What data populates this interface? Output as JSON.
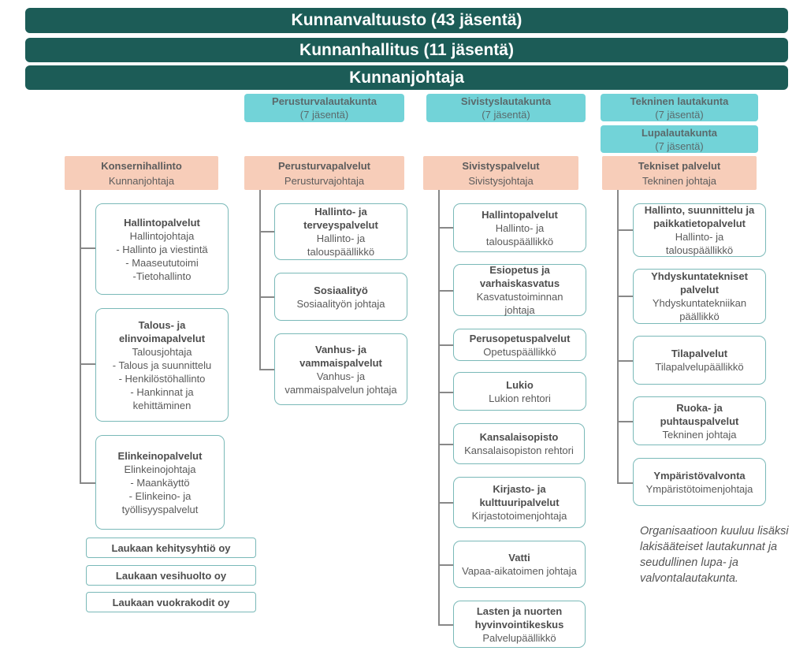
{
  "bands": {
    "council": "Kunnanvaltuusto (43 jäsentä)",
    "board": "Kunnanhallitus (11 jäsentä)",
    "manager": "Kunnanjohtaja"
  },
  "boards": {
    "perusturva": {
      "name": "Perusturvalautakunta",
      "members": "(7 jäsentä)"
    },
    "sivistys": {
      "name": "Sivistyslautakunta",
      "members": "(7 jäsentä)"
    },
    "tekninen": {
      "name": "Tekninen lautakunta",
      "members": "(7 jäsentä)"
    },
    "lupa": {
      "name": "Lupalautakunta",
      "members": "(7 jäsentä)"
    }
  },
  "columns": {
    "konserni": {
      "title": "Konsernihallinto",
      "subtitle": "Kunnanjohtaja",
      "units": [
        {
          "title": "Hallintopalvelut",
          "lines": [
            "Hallintojohtaja",
            "-  Hallinto ja viestintä",
            "- Maaseututoimi",
            "-Tietohallinto"
          ]
        },
        {
          "title": "Talous- ja elinvoimapalvelut",
          "lines": [
            "Talousjohtaja",
            "- Talous ja suunnittelu",
            "- Henkilöstöhallinto",
            "- Hankinnat ja kehittäminen"
          ]
        },
        {
          "title": "Elinkeinopalvelut",
          "lines": [
            "Elinkeinojohtaja",
            "- Maankäyttö",
            "- Elinkeino- ja työllisyyspalvelut"
          ]
        }
      ],
      "companies": [
        "Laukaan kehitysyhtiö oy",
        "Laukaan vesihuolto oy",
        "Laukaan vuokrakodit oy"
      ]
    },
    "perusturva": {
      "title": "Perusturvapalvelut",
      "subtitle": "Perusturvajohtaja",
      "units": [
        {
          "title": "Hallinto- ja terveyspalvelut",
          "lines": [
            "Hallinto- ja talouspäällikkö"
          ]
        },
        {
          "title": "Sosiaalityö",
          "lines": [
            "Sosiaalityön johtaja"
          ]
        },
        {
          "title": "Vanhus- ja vammaispalvelut",
          "lines": [
            "Vanhus- ja vammaispalvelun johtaja"
          ]
        }
      ]
    },
    "sivistys": {
      "title": "Sivistyspalvelut",
      "subtitle": "Sivistysjohtaja",
      "units": [
        {
          "title": "Hallintopalvelut",
          "lines": [
            "Hallinto- ja talouspäällikkö"
          ]
        },
        {
          "title": "Esiopetus ja varhaiskasvatus",
          "lines": [
            "Kasvatustoiminnan johtaja"
          ]
        },
        {
          "title": "Perusopetuspalvelut",
          "lines": [
            "Opetuspäällikkö"
          ]
        },
        {
          "title": "Lukio",
          "lines": [
            "Lukion rehtori"
          ]
        },
        {
          "title": "Kansalaisopisto",
          "lines": [
            "Kansalaisopiston rehtori"
          ]
        },
        {
          "title": "Kirjasto- ja kulttuuripalvelut",
          "lines": [
            "Kirjastotoimenjohtaja"
          ]
        },
        {
          "title": "Vatti",
          "lines": [
            "Vapaa-aikatoimen johtaja"
          ]
        },
        {
          "title": "Lasten ja nuorten hyvinvointikeskus",
          "lines": [
            "Palvelupäällikkö"
          ]
        }
      ]
    },
    "tekninen": {
      "title": "Tekniset palvelut",
      "subtitle": "Tekninen johtaja",
      "units": [
        {
          "title": "Hallinto, suunnittelu ja paikkatietopalvelut",
          "lines": [
            "Hallinto- ja talouspäällikkö"
          ]
        },
        {
          "title": "Yhdyskuntatekniset palvelut",
          "lines": [
            "Yhdyskuntatekniikan päällikkö"
          ]
        },
        {
          "title": "Tilapalvelut",
          "lines": [
            "Tilapalvelupäällikkö"
          ]
        },
        {
          "title": "Ruoka- ja puhtauspalvelut",
          "lines": [
            "Tekninen johtaja"
          ]
        },
        {
          "title": "Ympäristövalvonta",
          "lines": [
            "Ympäristötoimenjohtaja"
          ]
        }
      ]
    }
  },
  "note": "Organisaatioon kuuluu lisäksi lakisääteiset lautakunnat ja seudullinen lupa- ja valvontalautakunta."
}
